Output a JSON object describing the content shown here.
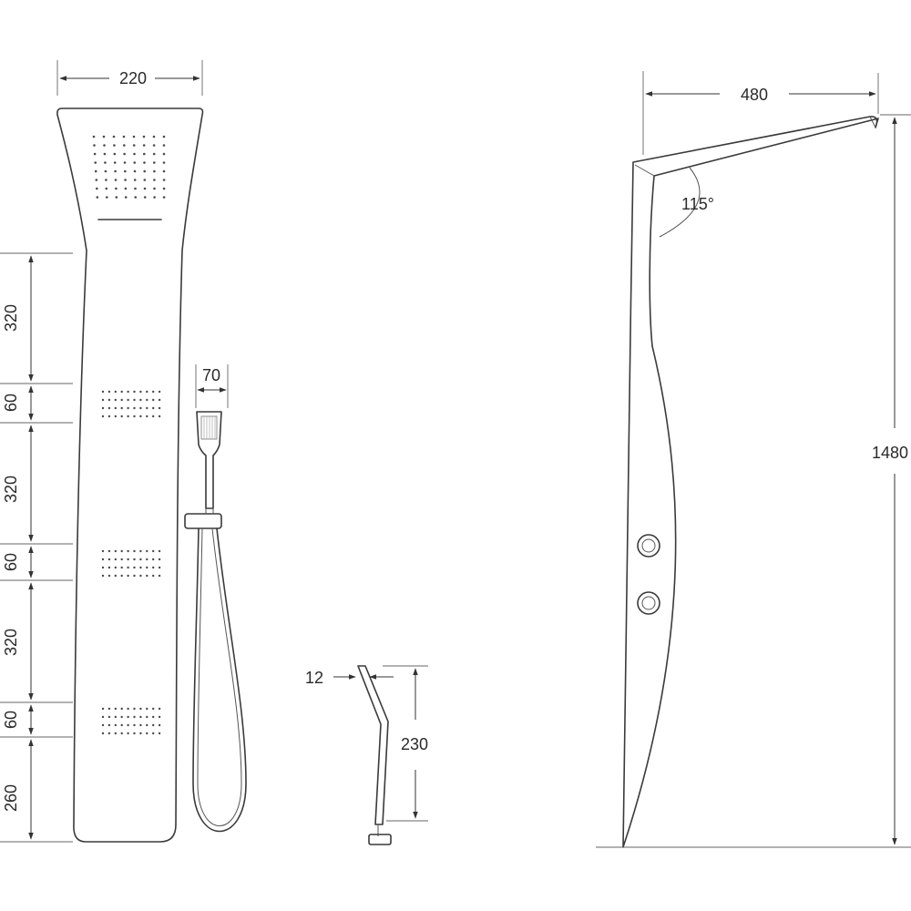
{
  "front_view": {
    "width_label": "220",
    "handshower_width_label": "70",
    "vertical_labels": [
      "320",
      "60",
      "320",
      "60",
      "320",
      "60",
      "260"
    ]
  },
  "bracket_view": {
    "thickness_label": "12",
    "height_label": "230"
  },
  "side_view": {
    "depth_label": "480",
    "angle_label": "115°",
    "height_label": "1480"
  }
}
